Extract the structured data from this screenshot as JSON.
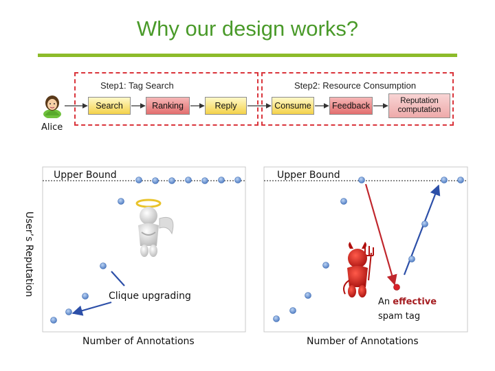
{
  "title": "Why our design works?",
  "workflow": {
    "actor": "Alice",
    "step1_label": "Step1: Tag Search",
    "step2_label": "Step2: Resource Consumption",
    "nodes": [
      "Search",
      "Ranking",
      "Reply",
      "Consume",
      "Feedback"
    ],
    "reputation_node": [
      "Reputation",
      "computation"
    ]
  },
  "y_axis_label": "User’s Reputation",
  "left_plot": {
    "upper_bound_label": "Upper Bound",
    "x_label": "Number of Annotations",
    "annotation": "Clique upgrading"
  },
  "right_plot": {
    "upper_bound_label": "Upper Bound",
    "x_label": "Number of Annotations",
    "annotation_line1_prefix": "An ",
    "annotation_line1_emph": "effective",
    "annotation_line2": "spam tag"
  },
  "colors": {
    "title": "#4a9a2a",
    "title_rule": "#8dbb2a",
    "dashed_border": "#d9333a",
    "point": "#5b8fd6",
    "arrow_blue": "#2c4fa8",
    "arrow_red": "#c0262c",
    "spam_point": "#d9212a"
  },
  "icons": {
    "actor": "person-avatar-icon",
    "angel": "angel-figure-icon",
    "devil": "devil-figure-icon"
  }
}
